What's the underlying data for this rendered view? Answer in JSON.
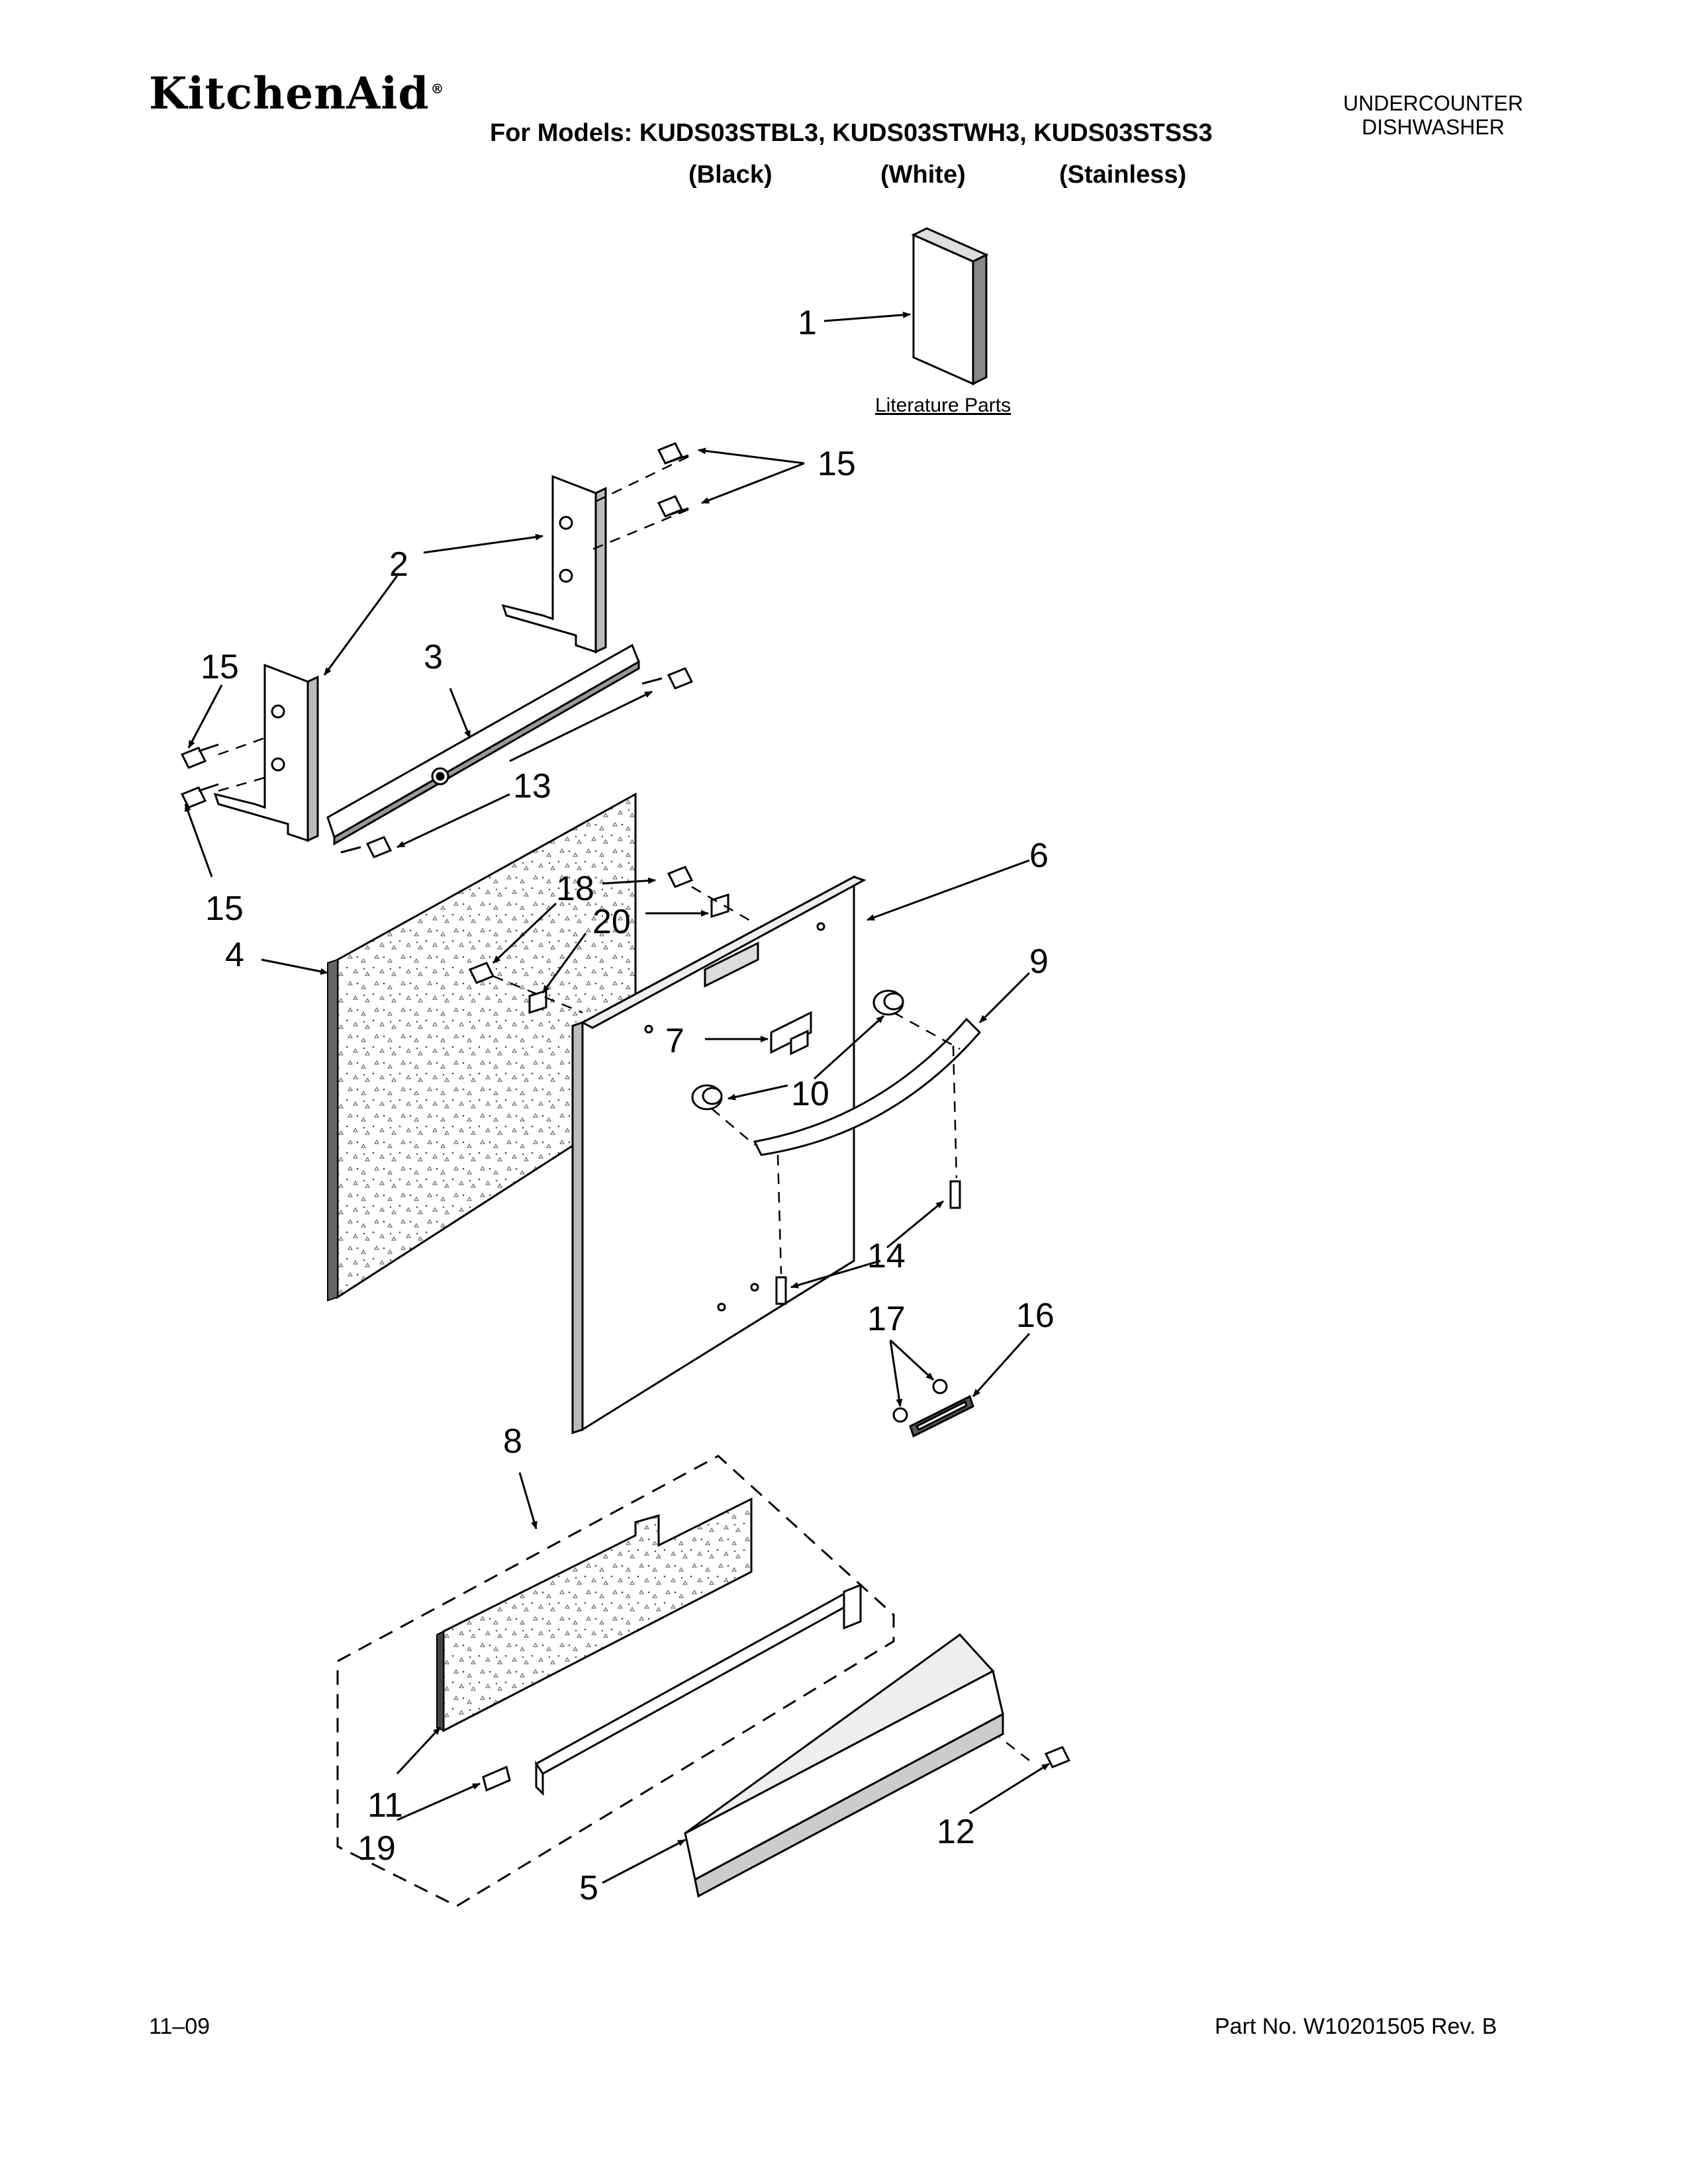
{
  "header": {
    "brand": "KitchenAid",
    "brand_mark": "®",
    "models_line": "For Models: KUDS03STBL3, KUDS03STWH3, KUDS03STSS3",
    "colors": [
      "(Black)",
      "(White)",
      "(Stainless)"
    ],
    "category_line1": "UNDERCOUNTER",
    "category_line2": "DISHWASHER"
  },
  "diagram": {
    "literature_label": "Literature Parts",
    "callouts": {
      "c1": "1",
      "c2": "2",
      "c3": "3",
      "c4": "4",
      "c5": "5",
      "c6": "6",
      "c7": "7",
      "c8": "8",
      "c9": "9",
      "c10": "10",
      "c11": "11",
      "c12": "12",
      "c13": "13",
      "c14": "14",
      "c15a": "15",
      "c15b": "15",
      "c15c": "15",
      "c16": "16",
      "c17": "17",
      "c18": "18",
      "c19": "19",
      "c20": "20"
    }
  },
  "footer": {
    "date": "11–09",
    "part_number": "Part No. W10201505 Rev. B"
  }
}
